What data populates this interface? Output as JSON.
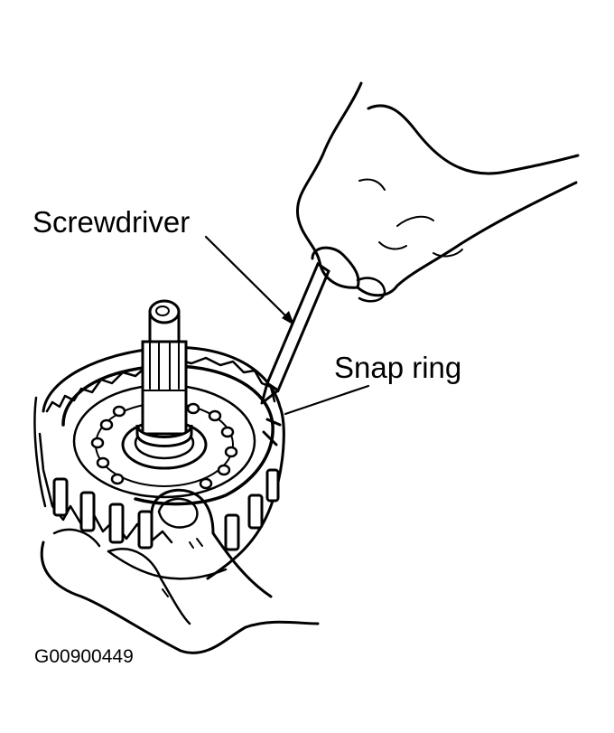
{
  "labels": {
    "screwdriver": "Screwdriver",
    "snap_ring": "Snap ring"
  },
  "figure_code": "G00900449",
  "colors": {
    "ink": "#000000",
    "paper": "#ffffff"
  }
}
